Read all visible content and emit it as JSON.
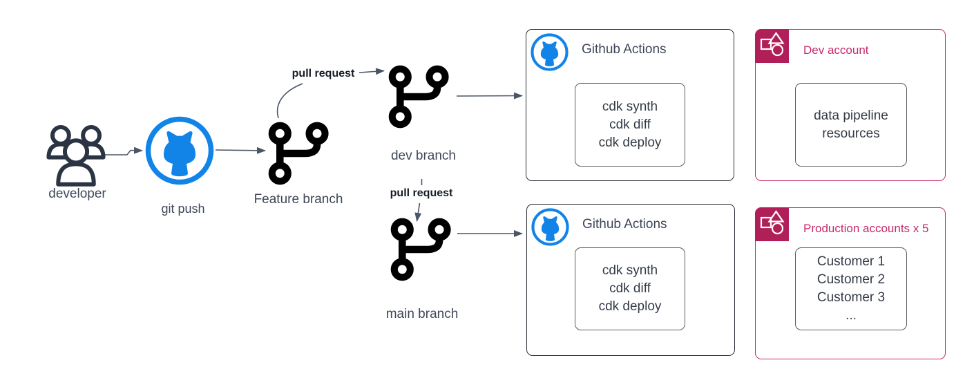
{
  "colors": {
    "github_blue": "#1284E8",
    "pink_border": "#C8286A",
    "pink_badge": "#B01F57",
    "ink": "#000000",
    "connector": "#4A5565",
    "label_text": "#3E4758"
  },
  "labels": {
    "developer": "developer",
    "git_push": "git push",
    "feature_branch": "Feature branch",
    "dev_branch": "dev branch",
    "main_branch": "main branch",
    "pull_request_dev": "pull request",
    "pull_request_main": "pull request"
  },
  "github_actions_dev": {
    "title": "Github Actions",
    "steps": [
      "cdk synth",
      "cdk diff",
      "cdk deploy"
    ]
  },
  "github_actions_main": {
    "title": "Github Actions",
    "steps": [
      "cdk synth",
      "cdk diff",
      "cdk deploy"
    ]
  },
  "dev_account": {
    "title": "Dev account",
    "content": "data pipeline resources"
  },
  "production_accounts": {
    "title": "Production accounts x 5",
    "customers": [
      "Customer 1",
      "Customer 2",
      "Customer 3",
      "..."
    ]
  }
}
